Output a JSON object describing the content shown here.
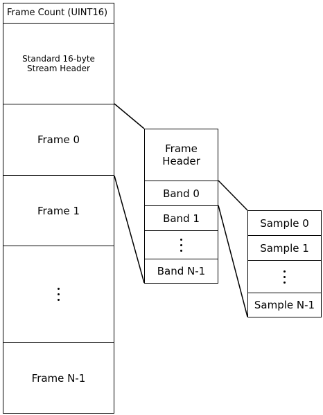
{
  "stream": {
    "frame_count_label": "Frame Count (UINT16)",
    "header_label": "Standard 16-byte\nStream Header",
    "frame0_label": "Frame 0",
    "frame1_label": "Frame 1",
    "frame_last_label": "Frame N-1"
  },
  "frame": {
    "header_label": "Frame\nHeader",
    "band0_label": "Band 0",
    "band1_label": "Band 1",
    "band_last_label": "Band N-1"
  },
  "band": {
    "sample0_label": "Sample 0",
    "sample1_label": "Sample 1",
    "sample_last_label": "Sample N-1"
  }
}
